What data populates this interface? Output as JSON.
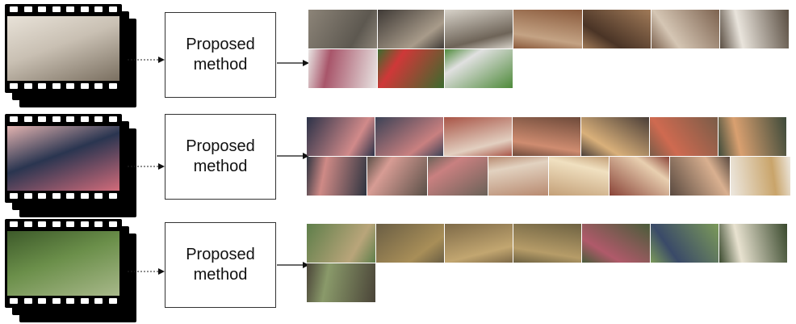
{
  "rows": [
    {
      "box_label": "Proposed\nmethod",
      "front_frame": [
        "#c9c0b3",
        "#7a6f60",
        "#e8e2d8"
      ],
      "thumbs": [
        [
          "#8c8478",
          "#5d5850"
        ],
        [
          "#3f3a36",
          "#a89b8a"
        ],
        [
          "#d7d2c9",
          "#6e6458"
        ],
        [
          "#8a5a3c",
          "#c4a384"
        ],
        [
          "#a07a58",
          "#4a3426"
        ],
        [
          "#7d6350",
          "#d5c6b4"
        ],
        [
          "#5a4e42",
          "#e9e4dc"
        ],
        [
          "#e8e4e2",
          "#a8556a"
        ],
        [
          "#3b6b2e",
          "#cf3838"
        ],
        [
          "#4e8a3a",
          "#e0e0e0"
        ]
      ]
    },
    {
      "box_label": "Proposed\nmethod",
      "front_frame": [
        "#2a3550",
        "#d26b7a",
        "#e3b3b0"
      ],
      "thumbs": [
        [
          "#2c3248",
          "#d18a8a"
        ],
        [
          "#3c4256",
          "#c98080"
        ],
        [
          "#a85446",
          "#e2cfc0"
        ],
        [
          "#6e4a3a",
          "#cf8c70"
        ],
        [
          "#4a3e38",
          "#d9b07a"
        ],
        [
          "#7a5c48",
          "#cf6a50"
        ],
        [
          "#3d4a3a",
          "#d9a070"
        ],
        [
          "#2e3440",
          "#cf8a86"
        ],
        [
          "#5a5048",
          "#d79c94"
        ],
        [
          "#6a6258",
          "#c98080"
        ],
        [
          "#b88a70",
          "#e2d2c0"
        ],
        [
          "#c4a078",
          "#f0e0c0"
        ],
        [
          "#8a4438",
          "#e8cfb0"
        ],
        [
          "#5a4a40",
          "#d9b090"
        ],
        [
          "#ede8e0",
          "#c9a46a"
        ]
      ]
    },
    {
      "box_label": "Proposed\nmethod",
      "front_frame": [
        "#6b8f4a",
        "#a8b88a",
        "#3d5a2a"
      ],
      "thumbs": [
        [
          "#5e7e4a",
          "#b9a57a"
        ],
        [
          "#6a5e44",
          "#a88e58"
        ],
        [
          "#7e6a48",
          "#c2a670"
        ],
        [
          "#6e6242",
          "#b69c68"
        ],
        [
          "#4a5c3a",
          "#b05a6a"
        ],
        [
          "#7c9a5a",
          "#3a4a68"
        ],
        [
          "#3a4a2e",
          "#e8e2d0"
        ],
        [
          "#4a4438",
          "#8a9a6a"
        ]
      ]
    }
  ]
}
